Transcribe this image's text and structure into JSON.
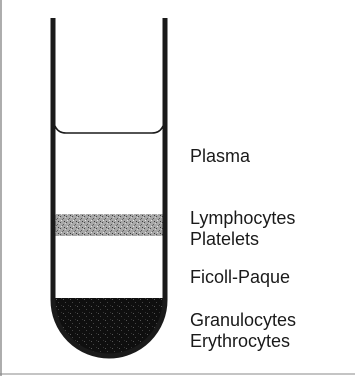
{
  "figure": {
    "layers": [
      {
        "lines": [
          "Plasma"
        ]
      },
      {
        "lines": [
          "Lymphocytes",
          "Platelets"
        ]
      },
      {
        "lines": [
          "Ficoll-Paque"
        ]
      },
      {
        "lines": [
          "Granulocytes",
          "Erythrocytes"
        ]
      }
    ],
    "colors": {
      "tube_outline": "#1a1a1a",
      "plasma": "#ffffff",
      "cell_band": "#9a9a9a",
      "pellet": "#111111",
      "frame": "#555555"
    }
  }
}
